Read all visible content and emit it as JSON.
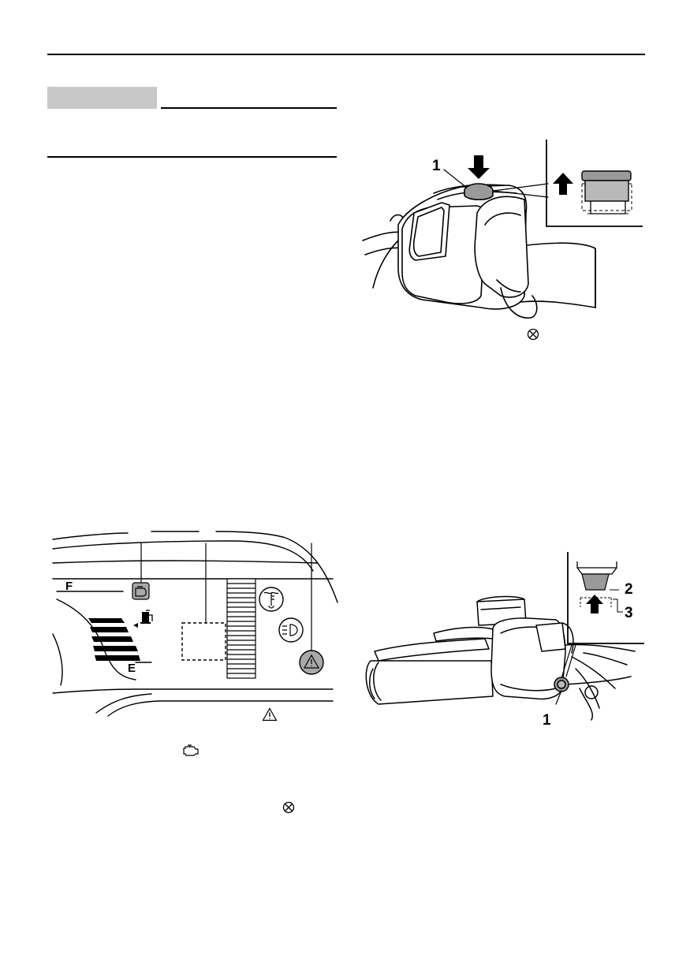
{
  "figure_top_right": {
    "callout_1": "1"
  },
  "figure_bottom_right": {
    "callout_1": "1",
    "callout_2": "2",
    "callout_3": "3"
  },
  "figure_dashboard": {
    "fuel_full": "F",
    "fuel_empty": "E"
  },
  "inline_icons": {
    "icon_top_right": "circle-x-icon",
    "icon_warning": "warning-triangle-icon",
    "icon_engine": "engine-icon",
    "icon_bottom": "circle-x-icon"
  }
}
